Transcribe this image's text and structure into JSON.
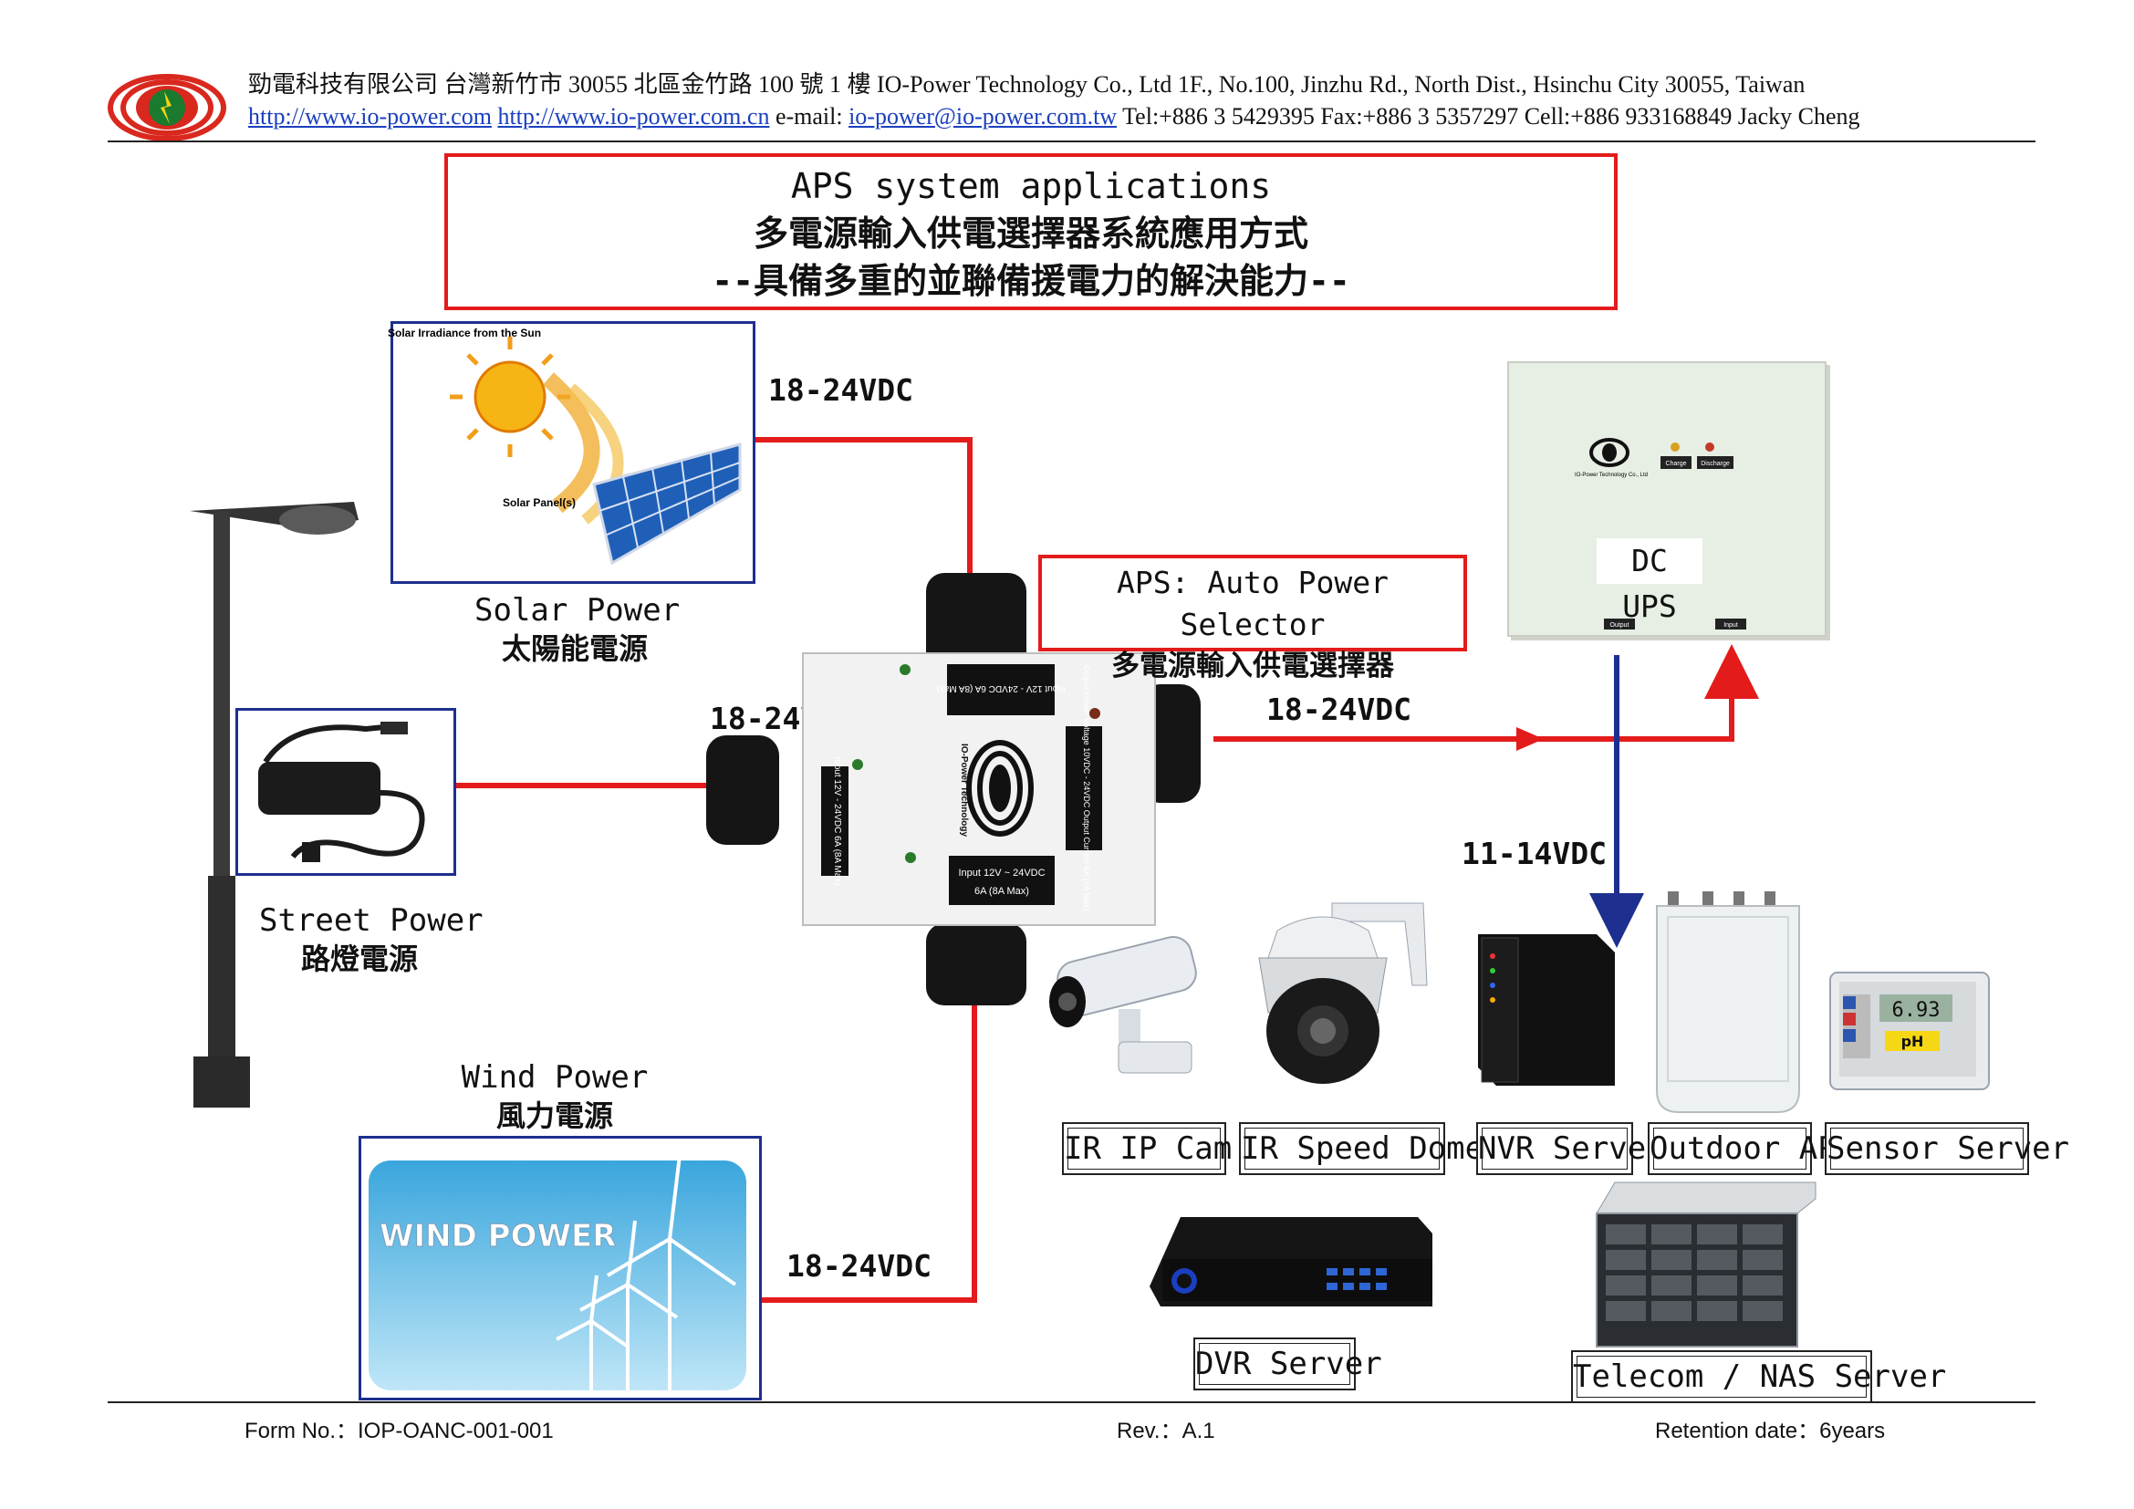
{
  "header": {
    "company_line": "勁電科技有限公司  台灣新竹市 30055 北區金竹路 100 號 1 樓 IO-Power Technology Co., Ltd    1F., No.100, Jinzhu Rd., North Dist., Hsinchu City 30055, Taiwan",
    "link1": "http://www.io-power.com",
    "link2": "http://www.io-power.com.cn",
    "email_prefix": "e-mail:",
    "email": "io-power@io-power.com.tw",
    "contact": "Tel:+886 3 5429395 Fax:+886 3 5357297 Cell:+886 933168849 Jacky Cheng"
  },
  "title": {
    "line1": "APS system applications",
    "line2": "多電源輸入供電選擇器系統應用方式",
    "line3": "--具備多重的並聯備援電力的解決能力--"
  },
  "aps_label": {
    "en": "APS: Auto Power Selector",
    "cn": "多電源輸入供電選擇器"
  },
  "sources": {
    "solar": {
      "en": "Solar Power",
      "cn": "太陽能電源",
      "irradiance": "Solar Irradiance from the Sun",
      "panel": "Solar Panel(s)"
    },
    "street": {
      "en": "Street Power",
      "cn": "路燈電源"
    },
    "wind": {
      "en": "Wind Power",
      "cn": "風力電源",
      "banner": "WIND POWER"
    }
  },
  "voltages": {
    "solar": "18-24VDC",
    "street": "18-24VDC",
    "wind": "18-24VDC",
    "to_ups": "18-24VDC",
    "output": "11-14VDC"
  },
  "ups": {
    "label": "DC UPS",
    "charge": "Charge",
    "discharge": "Discharge",
    "output": "Output",
    "input": "Input",
    "brand": "IO-Power Technology Co., Ltd"
  },
  "aps_box": {
    "brand": "IO-Power Technology",
    "input_top": "Input 12V - 24VDC 6A (8A Max)",
    "input_left": "Input 12V - 24VDC 6A (8A Max)",
    "input_bottom_1": "Input 12V ~ 24VDC",
    "input_bottom_2": "6A (8A Max)",
    "output_right": "Output Power Voltage 10VDC - 24VDC Output Current 6A (8A Max)"
  },
  "devices": [
    {
      "label": "IR IP Cam"
    },
    {
      "label": "IR Speed Dome"
    },
    {
      "label": "NVR Server"
    },
    {
      "label": "Outdoor AP"
    },
    {
      "label": "Sensor Server"
    },
    {
      "label": "DVR Server"
    },
    {
      "label": "Telecom / NAS Server"
    }
  ],
  "sensor_display": "6.93",
  "sensor_ph": "pH",
  "footer": {
    "form": "Form No.：IOP-OANC-001-001",
    "rev": "Rev.：A.1",
    "retention": "Retention date：6years"
  },
  "colors": {
    "red": "#e31b1b",
    "blue": "#1d2f8f",
    "navy_frame": "#1d2f8f"
  }
}
